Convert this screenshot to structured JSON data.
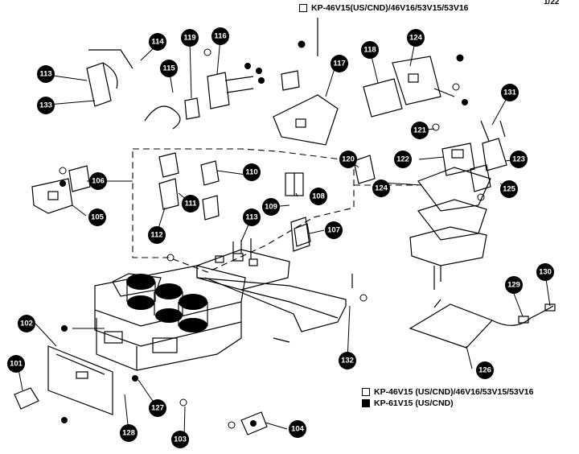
{
  "legends": {
    "top": {
      "marker": "open-square",
      "text": "KP-46V15(US/CND)/46V16/53V15/53V16"
    },
    "bottom": [
      {
        "marker": "open-square",
        "text": "KP-46V15 (US/CND)/46V16/53V15/53V16"
      },
      {
        "marker": "filled-square",
        "text": "KP-61V15 (US/CND)"
      }
    ]
  },
  "corner_mark": "1/22",
  "callouts": [
    "101",
    "102",
    "103",
    "104",
    "105",
    "106",
    "107",
    "108",
    "109",
    "110",
    "111",
    "112",
    "113",
    "113",
    "114",
    "115",
    "116",
    "117",
    "118",
    "119",
    "120",
    "121",
    "122",
    "123",
    "124",
    "124",
    "125",
    "126",
    "127",
    "128",
    "129",
    "130",
    "131",
    "132",
    "133"
  ]
}
